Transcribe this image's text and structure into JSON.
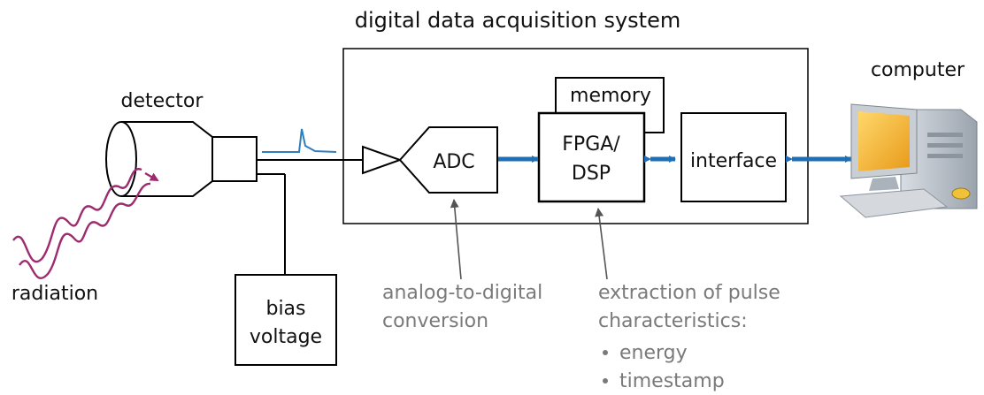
{
  "title": "digital data acquisition system",
  "labels": {
    "detector": "detector",
    "radiation": "radiation",
    "computer": "computer",
    "adc": "ADC",
    "memory": "memory",
    "fpga_line1": "FPGA/",
    "fpga_line2": "DSP",
    "interface": "interface",
    "bias_line1": "bias",
    "bias_line2": "voltage"
  },
  "annotations": {
    "adc_note_line1": "analog-to-digital",
    "adc_note_line2": "conversion",
    "fpga_note_line1": "extraction of pulse",
    "fpga_note_line2": "characteristics:",
    "bullets": [
      "energy",
      "timestamp"
    ]
  },
  "colors": {
    "arrow": "#1f6fb5",
    "wave": "#9e2a6f",
    "annotation": "#7a7a7a",
    "pulse": "#2f7fbf"
  }
}
